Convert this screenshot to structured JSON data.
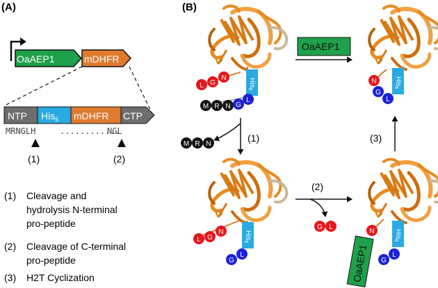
{
  "panels": {
    "a": "(A)",
    "b": "(B)"
  },
  "gene_construct": {
    "oaaep1": "OaAEP1",
    "mdhfr": "mDHFR"
  },
  "domains": {
    "ntp": "NTP",
    "his_main": "His",
    "his_sub": "6",
    "mdhfr": "mDHFR",
    "ctp": "CTP"
  },
  "sequence": {
    "start": "MRNGLH",
    "dots": "............",
    "end": "NGL"
  },
  "cleavage_sites": {
    "site1": "(1)",
    "site2": "(2)"
  },
  "steps": [
    {
      "num": "(1)",
      "lines": [
        "Cleavage and",
        "hydrolysis N-terminal",
        "pro-peptide"
      ]
    },
    {
      "num": "(2)",
      "lines": [
        "Cleavage of C-terminal",
        "pro-peptide"
      ]
    },
    {
      "num": "(3)",
      "lines": [
        "H2T Cyclization"
      ]
    }
  ],
  "residues": {
    "L": "L",
    "G": "G",
    "N": "N",
    "M": "M",
    "R": "R"
  },
  "his_tag": {
    "main": "His",
    "sub": "6"
  },
  "enzyme_label": "OaAEP1",
  "arrow_labels": {
    "step1": "(1)",
    "step2": "(2)",
    "step3": "(3)"
  },
  "colors": {
    "ntp_gray": "#6e6e6e",
    "his_blue": "#29abe2",
    "mdhfr_orange": "#e07a2e",
    "oaaep1_green": "#1fa04a",
    "residue_red": "#e5161d",
    "residue_blue": "#1c22d6",
    "residue_black": "#141414",
    "protein_orange": "#e88a1e"
  }
}
